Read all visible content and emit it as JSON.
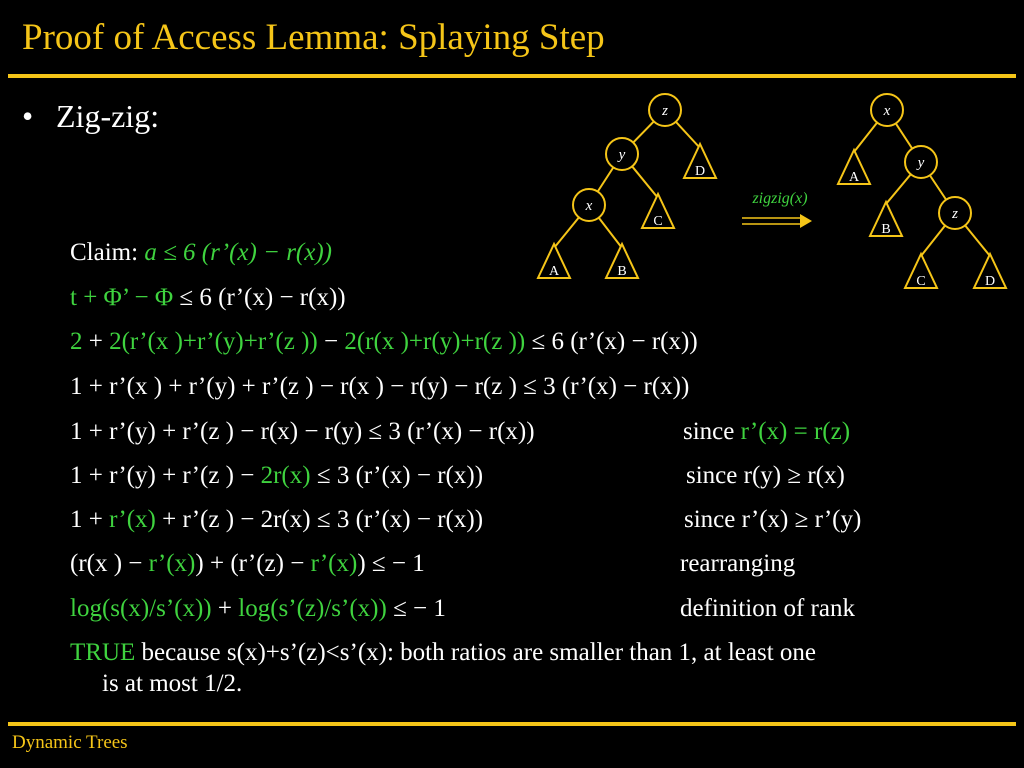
{
  "slide": {
    "title": "Proof of Access Lemma: Splaying Step",
    "footer": "Dynamic Trees",
    "bullet": "Zig-zig:"
  },
  "diagram": {
    "left_tree": {
      "nodes": [
        "z",
        "y",
        "x"
      ],
      "subtrees": [
        "A",
        "B",
        "C",
        "D"
      ]
    },
    "operation": "zigzig(x)",
    "right_tree": {
      "nodes": [
        "x",
        "y",
        "z"
      ],
      "subtrees": [
        "A",
        "B",
        "C",
        "D"
      ]
    }
  },
  "proof": {
    "claim_label": "Claim: ",
    "claim_expr": "a ≤ 6 (r’(x) − r(x))",
    "line1_green": "t + Φ’ − Φ",
    "line1_rest": " ≤ 6 (r’(x) − r(x))",
    "line2_a": "2",
    "line2_b": " + ",
    "line2_c": "2(r’(x )+r’(y)+r’(z ))",
    "line2_d": " − ",
    "line2_e": "2(r(x )+r(y)+r(z ))",
    "line2_f": " ≤ 6 (r’(x) − r(x))",
    "line3": "1 + r’(x ) + r’(y) + r’(z ) − r(x ) − r(y) − r(z )  ≤ 3 (r’(x) − r(x))",
    "line4": "1 + r’(y) + r’(z ) − r(x) − r(y) ≤ 3 (r’(x) − r(x))",
    "line4_note_a": "since ",
    "line4_note_b": "r’(x) = r(z)",
    "line5_a": "1 + r’(y) + r’(z ) − ",
    "line5_b": "2r(x)",
    "line5_c": " ≤ 3 (r’(x) − r(x))",
    "line5_note": "since r(y) ≥ r(x)",
    "line6_a": "1 + ",
    "line6_b": "r’(x)",
    "line6_c": " + r’(z ) − 2r(x) ≤ 3 (r’(x) − r(x))",
    "line6_note": "since r’(x) ≥ r’(y)",
    "line7_a": "(r(x ) − ",
    "line7_b": "r’(x)",
    "line7_c": ") + (r’(z) − ",
    "line7_d": "r’(x)",
    "line7_e": ") ≤ − 1",
    "line7_note": "rearranging",
    "line8_a": "log(s(x)/s’(x))",
    "line8_b": " + ",
    "line8_c": "log(s’(z)/s’(x))",
    "line8_d": " ≤ − 1",
    "line8_note": "definition of rank",
    "line9_a": "TRUE",
    "line9_b": " because s(x)+s’(z)<s’(x): both ratios are smaller than 1, at least one",
    "line9_c": "is at most 1/2."
  }
}
